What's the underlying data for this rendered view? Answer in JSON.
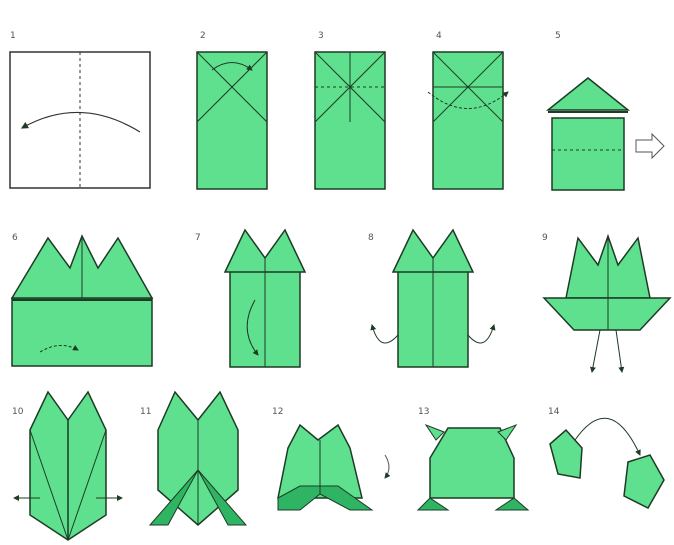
{
  "colors": {
    "paper": "#5fe08f",
    "paper_dark": "#2fb463",
    "line": "#1d3b25",
    "dashed": "#2e2e2e",
    "background": "#ffffff"
  },
  "steps": [
    {
      "label": "1"
    },
    {
      "label": "2"
    },
    {
      "label": "3"
    },
    {
      "label": "4"
    },
    {
      "label": "5"
    },
    {
      "label": "6"
    },
    {
      "label": "7"
    },
    {
      "label": "8"
    },
    {
      "label": "9"
    },
    {
      "label": "10"
    },
    {
      "label": "11"
    },
    {
      "label": "12"
    },
    {
      "label": "13"
    },
    {
      "label": "14"
    }
  ]
}
